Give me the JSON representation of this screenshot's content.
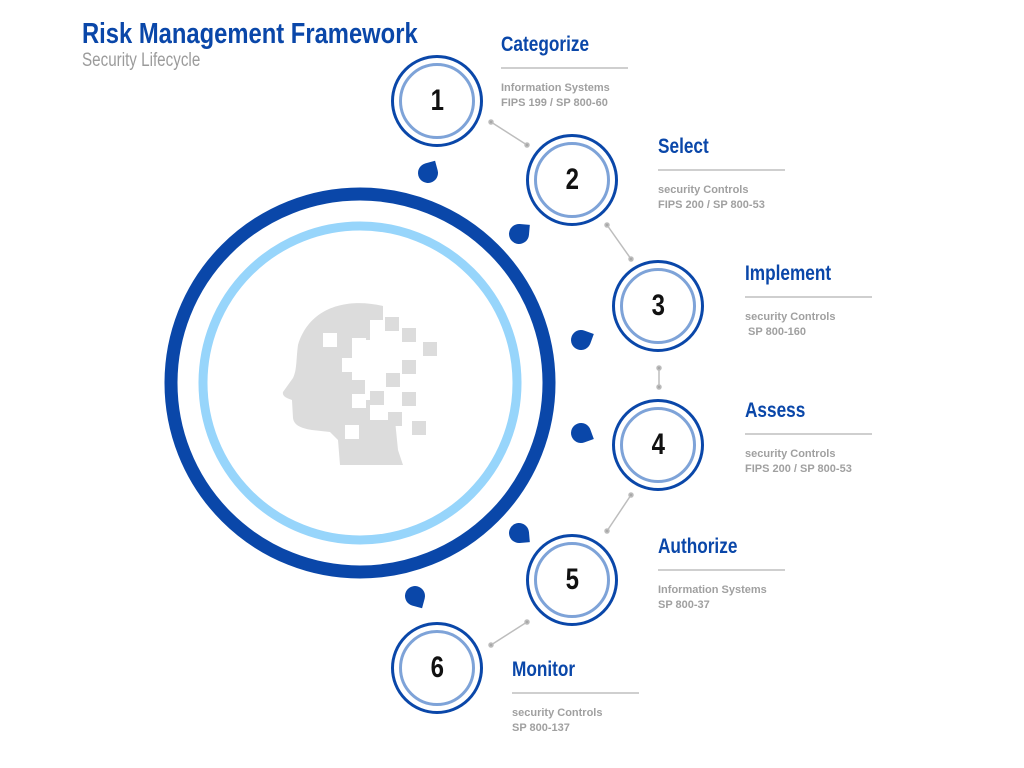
{
  "header": {
    "title": "Risk Management Framework",
    "subtitle": "Security Lifecycle"
  },
  "center_icon": "digital-head-icon",
  "colors": {
    "primary": "#0a47a9",
    "light_ring": "#97d5fb",
    "inner_ring": "#7ea3d8",
    "text_gray": "#a0a0a0",
    "head": "#dcdcdc"
  },
  "steps": [
    {
      "number": "1",
      "title": "Categorize",
      "line1": "Information Systems",
      "line2": "FIPS 199 / SP 800-60"
    },
    {
      "number": "2",
      "title": "Select",
      "line1": "security Controls",
      "line2": "FIPS 200 / SP 800-53"
    },
    {
      "number": "3",
      "title": "Implement",
      "line1": "security Controls",
      "line2": " SP 800-160"
    },
    {
      "number": "4",
      "title": "Assess",
      "line1": "security Controls",
      "line2": "FIPS 200 / SP 800-53"
    },
    {
      "number": "5",
      "title": "Authorize",
      "line1": "Information Systems",
      "line2": "SP 800-37"
    },
    {
      "number": "6",
      "title": "Monitor",
      "line1": "security Controls",
      "line2": "SP 800-137"
    }
  ]
}
